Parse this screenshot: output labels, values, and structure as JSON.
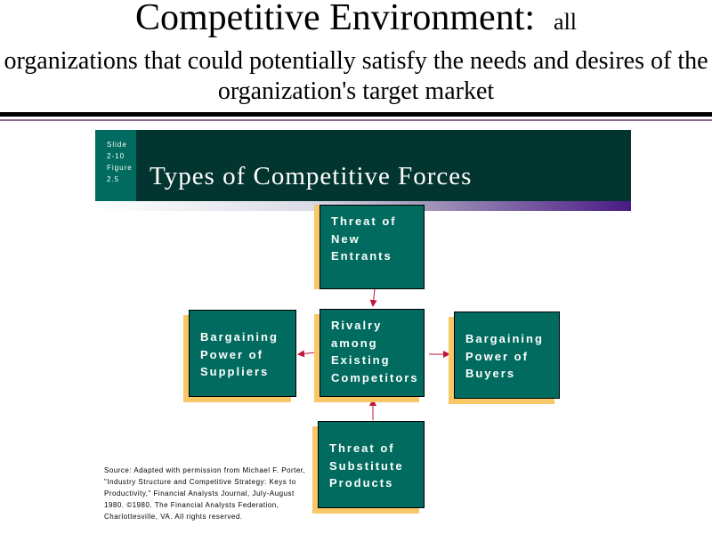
{
  "header": {
    "title": "Competitive Environment:",
    "title_suffix": "all",
    "subtitle": "organizations that could potentially satisfy the needs and desires of the organization's target market"
  },
  "slide": {
    "tag": "Slide\n2-10\nFigure\n2.5",
    "title": "Types of Competitive Forces"
  },
  "boxes": {
    "new_entrants": "Threat of\nNew\nEntrants",
    "rivalry": "Rivalry\namong\nExisting\nCompetitors",
    "suppliers": "Bargaining\nPower of\nSuppliers",
    "buyers": "Bargaining\nPower of\nBuyers",
    "substitutes": "Threat of\nSubstitute\nProducts"
  },
  "source": "Source: Adapted with permission from Michael F. Porter, \"Industry Structure and Competitive Strategy: Keys to Productivity,\" Financial Analysts Journal, July-August 1980. ©1980. The Financial Analysts Federation, Charlottesville, VA. All rights reserved.",
  "colors": {
    "box": "#006b5e",
    "shadow": "#f7c768",
    "arrow": "#c0143c",
    "band": "#033530"
  }
}
